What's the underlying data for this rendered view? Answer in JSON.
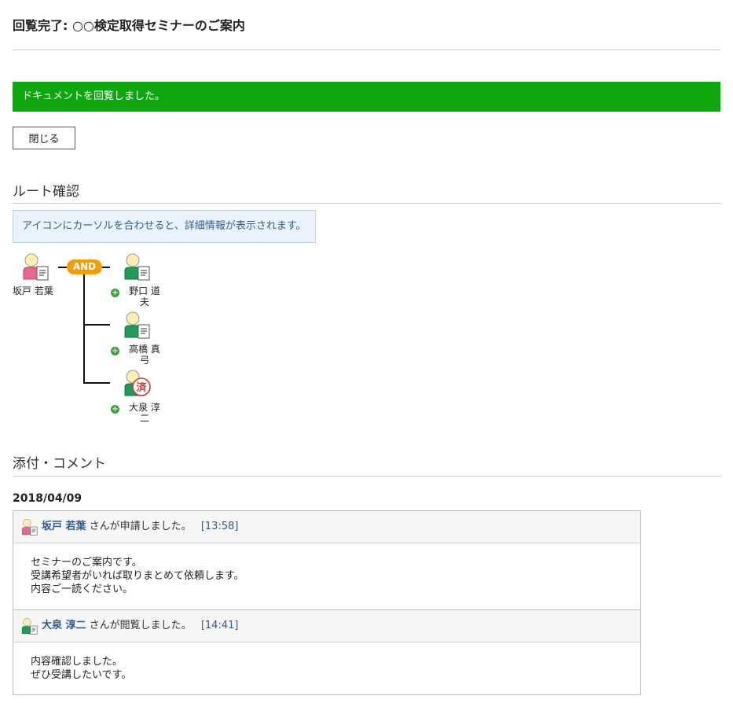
{
  "page": {
    "title": "回覧完了: ○○検定取得セミナーのご案内"
  },
  "notice": {
    "message": "ドキュメントを回覧しました。"
  },
  "buttons": {
    "close_label": "閉じる"
  },
  "route_section": {
    "title": "ルート確認",
    "info": "アイコンにカーソルを合わせると、詳細情報が表示されます。",
    "and_label": "AND",
    "sender": {
      "name": "坂戸 若葉"
    },
    "recipients": [
      {
        "name": "野口 道夫",
        "status": "document"
      },
      {
        "name": "高橋 真弓",
        "status": "document"
      },
      {
        "name": "大泉 淳二",
        "status": "済"
      }
    ],
    "plus_symbol": "+"
  },
  "comments_section": {
    "title": "添付・コメント",
    "date": "2018/04/09",
    "entries": [
      {
        "name": "坂戸 若葉",
        "action": "さんが申請しました。",
        "time": "[13:58]",
        "lines": [
          "セミナーのご案内です。",
          "受講希望者がいれば取りまとめて依頼します。",
          "内容ご一読ください。"
        ]
      },
      {
        "name": "大泉 淳二",
        "action": "さんが閲覧しました。",
        "time": "[14:41]",
        "lines": [
          "内容確認しました。",
          "ぜひ受講したいです。"
        ]
      }
    ]
  },
  "icons": {
    "user_pink": "user-pink-document-icon",
    "user_green": "user-green-document-icon",
    "user_green_done": "user-green-done-icon"
  },
  "colors": {
    "success": "#0fa70f",
    "and_badge": "#f59c00",
    "link": "#2c5a93",
    "info_bg": "#eaf3fc"
  }
}
